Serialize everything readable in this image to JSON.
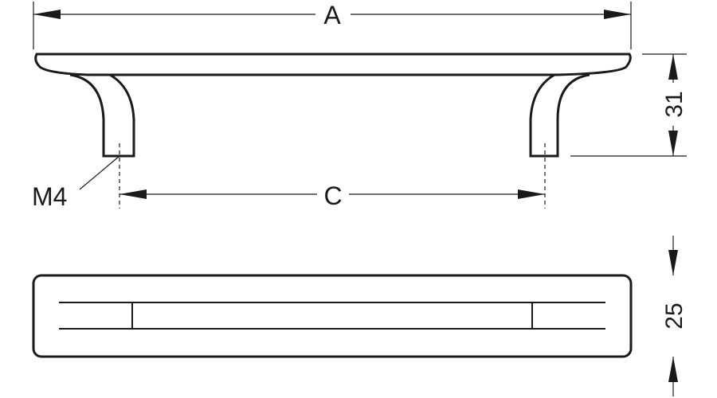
{
  "drawing": {
    "labels": {
      "overall_length": "A",
      "hole_spacing": "C",
      "thread": "M4",
      "height": "31",
      "width": "25"
    },
    "colors": {
      "line": "#1a1a1a",
      "background": "#ffffff"
    }
  }
}
